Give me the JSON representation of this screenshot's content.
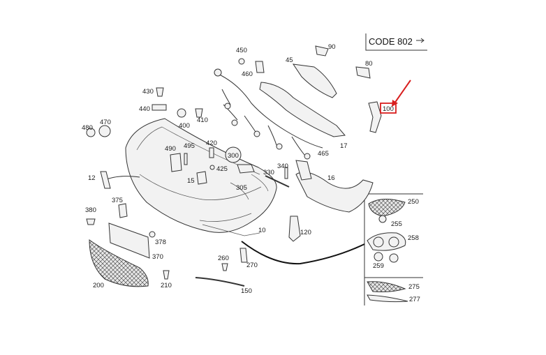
{
  "code_label": "CODE 802",
  "highlight_color": "#d81e1e",
  "callouts": {
    "c10": "10",
    "c12": "12",
    "c15": "15",
    "c16": "16",
    "c17": "17",
    "c45": "45",
    "c80": "80",
    "c90": "90",
    "c100": "100",
    "c120": "120",
    "c150": "150",
    "c200": "200",
    "c210": "210",
    "c250": "250",
    "c255": "255",
    "c258": "258",
    "c259": "259",
    "c260": "260",
    "c270": "270",
    "c275": "275",
    "c277": "277",
    "c300": "300",
    "c305": "305",
    "c330": "330",
    "c340": "340",
    "c370": "370",
    "c375": "375",
    "c378": "378",
    "c380": "380",
    "c400": "400",
    "c410": "410",
    "c420": "420",
    "c425": "425",
    "c430": "430",
    "c440": "440",
    "c450": "450",
    "c460": "460",
    "c465": "465",
    "c470": "470",
    "c480": "480",
    "c490": "490",
    "c495": "495"
  }
}
